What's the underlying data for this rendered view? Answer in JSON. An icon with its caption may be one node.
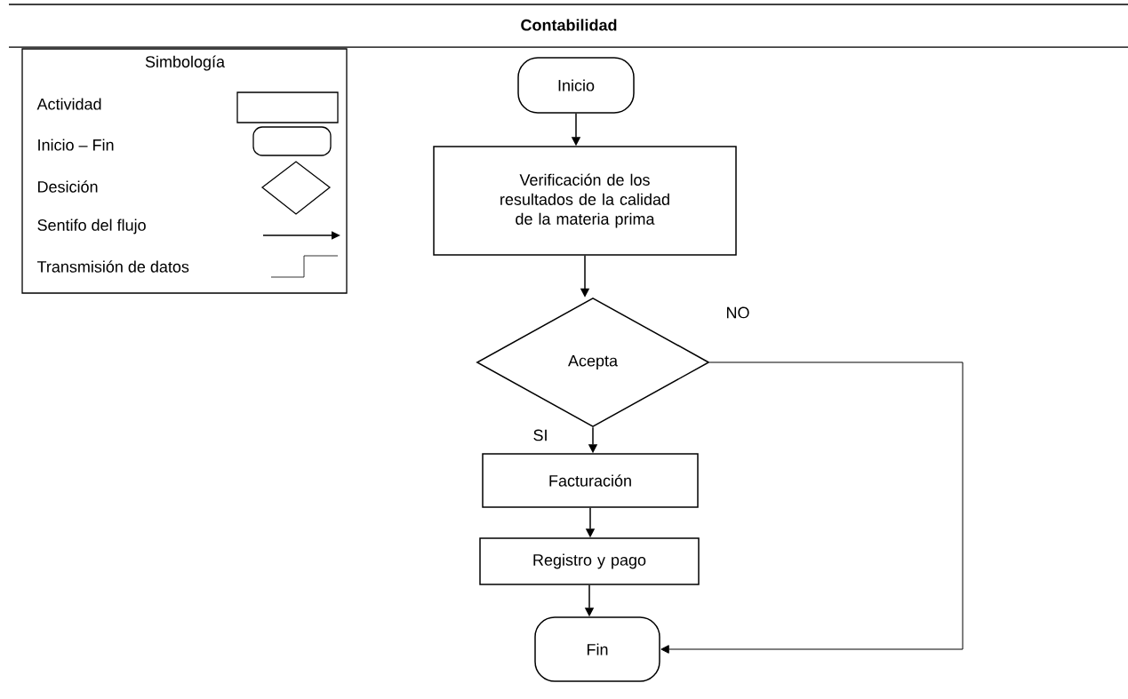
{
  "diagram": {
    "title": "Contabilidad",
    "nodes": [
      {
        "text": [
          "Inicio"
        ]
      },
      {
        "text": [
          "Verificación de los resultados de la calidad de la materia prima"
        ]
      },
      {
        "text": [
          "Acepta"
        ]
      },
      {
        "text": [
          "Facturación"
        ]
      },
      {
        "text": [
          "Registro y pago"
        ]
      },
      {
        "text": [
          "Fin"
        ]
      }
    ],
    "edges": [
      {
        "from": 0,
        "to": 1,
        "arrow": "to"
      },
      {
        "from": 1,
        "to": 2,
        "arrow": "to"
      },
      {
        "from": 2,
        "to": 3,
        "arrow": "to",
        "label": "SI"
      },
      {
        "from": 3,
        "to": 4,
        "arrow": "to"
      },
      {
        "from": 4,
        "to": 5,
        "arrow": "to"
      },
      {
        "from": 2,
        "to": 5,
        "arrow": "to",
        "label": "NO"
      }
    ],
    "labels": [
      "Simbología"
    ],
    "legend": [
      {
        "text": "Actividad"
      },
      {
        "text": "Inicio – Fin"
      },
      {
        "text": "Desición"
      },
      {
        "text": "Sentifo del flujo"
      },
      {
        "text": "Transmisión de datos"
      }
    ]
  }
}
